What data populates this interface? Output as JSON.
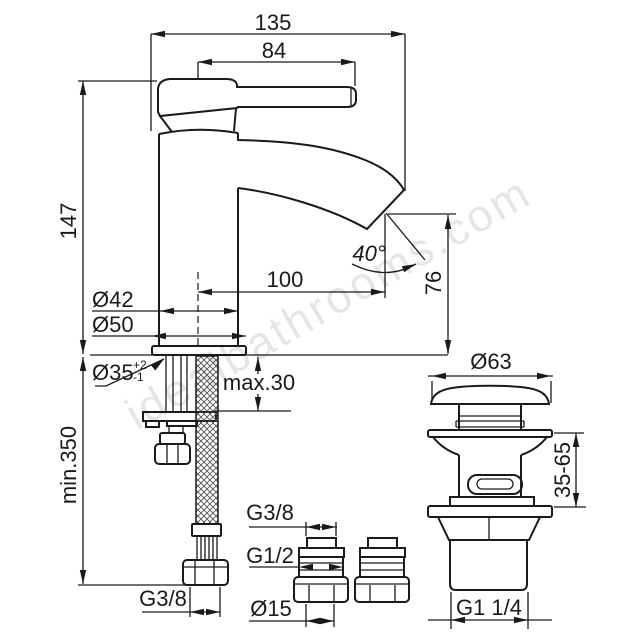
{
  "watermark": "idealbathrooms.com",
  "dimensions": {
    "overall_projection": "135",
    "lever_length": "84",
    "body_height": "147",
    "spout_reach": "100",
    "spout_angle": "40°",
    "spout_height": "76",
    "body_diameter": "Ø42",
    "base_diameter": "Ø50",
    "hole_diameter": "Ø35",
    "hole_tol_plus": "+2",
    "hole_tol_minus": "-1",
    "deck_thickness_max": "max.30",
    "hose_min_length": "min.350",
    "hose_nut_thread": "G3/8",
    "fitting_top_thread": "G3/8",
    "fitting_mid_thread": "G1/2",
    "fitting_pipe_diameter": "Ø15",
    "waste_cap_diameter": "Ø63",
    "waste_clamp_range": "35-65",
    "waste_outlet_thread": "G1 1/4"
  }
}
